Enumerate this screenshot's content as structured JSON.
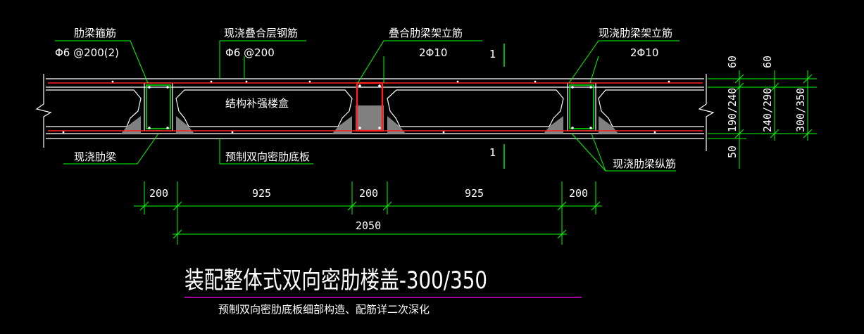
{
  "labels": {
    "rib_beam_stirrup": "肋梁箍筋",
    "stirrup_spec": "Φ6 @200(2)",
    "topping_rebar": "现浇叠合层钢筋",
    "topping_spec": "Φ6 @200",
    "composite_erection_bar": "叠合肋梁架立筋",
    "composite_erection_spec": "2Φ10",
    "cast_erection_bar": "现浇肋梁架立筋",
    "cast_erection_spec": "2Φ10",
    "filler_box": "结构补强楼盒",
    "cast_rib_beam": "现浇肋梁",
    "precast_panel": "预制双向密肋底板",
    "cast_rib_long_bar": "现浇肋梁纵筋",
    "section_mark_top": "1",
    "section_mark_bottom": "1"
  },
  "dims_right": {
    "d60a": "60",
    "d60b": "60",
    "d190_240": "190/240",
    "d240_290": "240/290",
    "d300_350": "300/350",
    "d50": "50"
  },
  "dims_bottom": {
    "d200a": "200",
    "d925a": "925",
    "d200b": "200",
    "d925b": "925",
    "d200c": "200",
    "d2050": "2050"
  },
  "title": "装配整体式双向密肋楼盖-300/350",
  "subtitle": "预制双向密肋底板细部构造、配筋详二次深化",
  "colors": {
    "background": "#000000",
    "concrete_line": "#ffffff",
    "rebar_red": "#ff2020",
    "leader_green": "#00ff00",
    "title_underline": "#ff00ff",
    "hatch_gray": "#808080"
  }
}
